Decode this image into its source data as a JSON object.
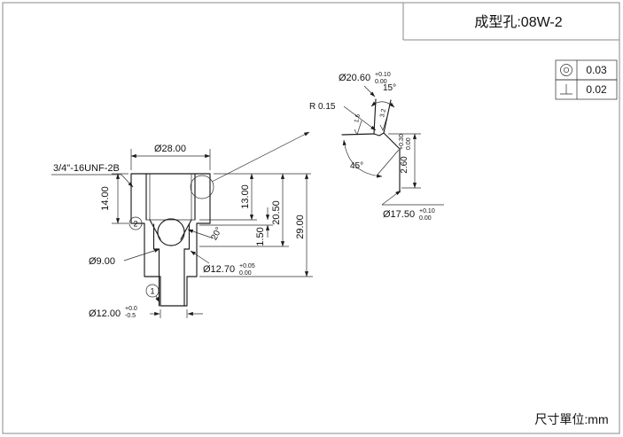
{
  "colors": {
    "ink": "#1a1a1a",
    "background": "#ffffff"
  },
  "title_block": {
    "part_label": "成型孔:08W-2"
  },
  "notes": {
    "units": "尺寸單位:mm"
  },
  "gdt": [
    {
      "name": "concentricity",
      "symbol": "concentricity-icon",
      "value": "0.03"
    },
    {
      "name": "perpendicularity",
      "symbol": "perpendicularity-icon",
      "value": "0.02"
    }
  ],
  "main_view": {
    "thread_callout": "3/4\"-16UNF-2B",
    "dia_28": "Ø28.00",
    "h_14": "14.00",
    "h_13": "13.00",
    "h_1_5": "1.50",
    "h_20_5": "20.50",
    "h_29": "29.00",
    "dia_9": "Ø9.00",
    "dia_12_7": {
      "value": "Ø12.70",
      "tol_upper": "+0.05",
      "tol_lower": "0.00"
    },
    "dia_12": {
      "value": "Ø12.00",
      "tol_upper": "+0.0",
      "tol_lower": "-0.5"
    },
    "angle_20": "20°",
    "balloon_1": "1",
    "balloon_2": "2"
  },
  "detail_view": {
    "dia_20_6": {
      "value": "Ø20.60",
      "tol_upper": "+0.10",
      "tol_lower": "0.00"
    },
    "angle_15": "15°",
    "radius": "R 0.15",
    "roughness_left": "1.6",
    "roughness_right": "3.2",
    "angle_45": "45°",
    "depth_2_6": {
      "value": "2.60",
      "tol_upper": "+0.30",
      "tol_lower": "0.00"
    },
    "dia_17_5": {
      "value": "Ø17.50",
      "tol_upper": "+0.10",
      "tol_lower": "0.00"
    }
  }
}
